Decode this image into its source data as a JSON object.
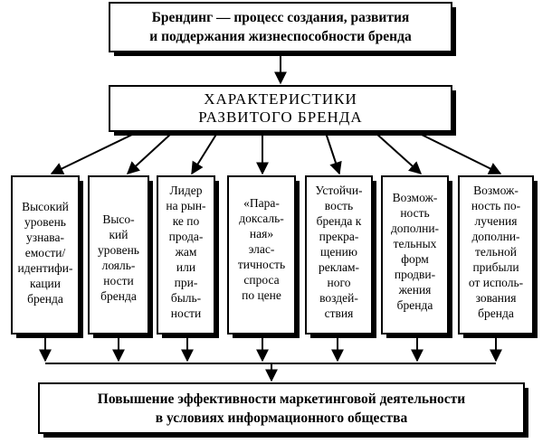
{
  "top": {
    "lines": [
      "Брендинг — процесс создания, развития",
      "и поддержания жизнеспособности бренда"
    ]
  },
  "middle": {
    "lines": [
      "ХАРАКТЕРИСТИКИ",
      "РАЗВИТОГО БРЕНДА"
    ]
  },
  "items": [
    {
      "lines": [
        "Высокий",
        "уровень",
        "узнава-",
        "емости/",
        "идентифи-",
        "кации",
        "бренда"
      ]
    },
    {
      "lines": [
        "Высо-",
        "кий",
        "уровень",
        "лояль-",
        "ности",
        "бренда"
      ]
    },
    {
      "lines": [
        "Лидер",
        "на рын-",
        "ке по",
        "прода-",
        "жам",
        "или",
        "при-",
        "быль-",
        "ности"
      ]
    },
    {
      "lines": [
        "«Пара-",
        "доксаль-",
        "ная»",
        "элас-",
        "тичность",
        "спроса",
        "по цене"
      ]
    },
    {
      "lines": [
        "Устойчи-",
        "вость",
        "бренда к",
        "прекра-",
        "щению",
        "реклам-",
        "ного",
        "воздей-",
        "ствия"
      ]
    },
    {
      "lines": [
        "Возмож-",
        "ность",
        "дополни-",
        "тельных",
        "форм",
        "продви-",
        "жения",
        "бренда"
      ]
    },
    {
      "lines": [
        "Возмож-",
        "ность по-",
        "лучения",
        "дополни-",
        "тельной",
        "прибыли",
        "от исполь-",
        "зования",
        "бренда"
      ]
    }
  ],
  "bottom": {
    "lines": [
      "Повышение эффективности маркетинговой деятельности",
      "в условиях информационного общества"
    ]
  }
}
